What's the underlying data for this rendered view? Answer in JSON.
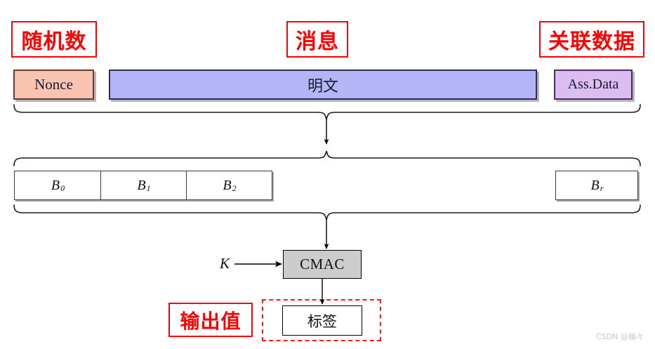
{
  "diagram": {
    "title": "CCM / CMAC tag generation block diagram",
    "annotations": {
      "nonce_label": "随机数",
      "message_label": "消息",
      "assoc_label": "关联数据",
      "output_label": "输出值"
    },
    "inputs": {
      "nonce": "Nonce",
      "plaintext": "明文",
      "assoc_data": "Ass.Data"
    },
    "blocks": {
      "items": [
        "B0",
        "B1",
        "B2"
      ],
      "labels": [
        {
          "base": "B",
          "sub": "0"
        },
        {
          "base": "B",
          "sub": "1"
        },
        {
          "base": "B",
          "sub": "2"
        }
      ],
      "last": {
        "base": "B",
        "sub": "r"
      }
    },
    "process": {
      "key_label": "K",
      "cmac_label": "CMAC",
      "tag_label": "标签"
    },
    "watermark": "CSDN @幽々",
    "colors": {
      "annotation_red": "#ff0000",
      "nonce_fill": "#f9c3b2",
      "plaintext_fill": "#b3b5f7",
      "assoc_fill": "#dcbdf2",
      "cmac_fill": "#cccccc",
      "tag_fill": "#ffffff",
      "line": "#000000"
    }
  }
}
